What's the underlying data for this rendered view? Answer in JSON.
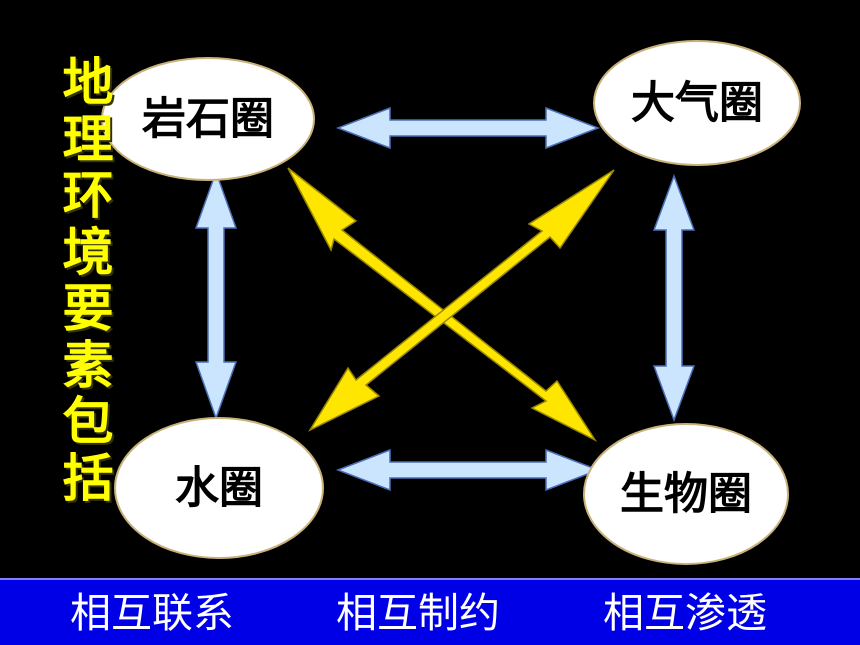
{
  "vertical_title": "地理环境要素包括",
  "nodes": {
    "lithosphere": "岩石圈",
    "atmosphere": "大气圈",
    "hydrosphere": "水圈",
    "biosphere": "生物圈"
  },
  "footer": {
    "items": [
      "相互联系",
      "相互制约",
      "相互渗透"
    ]
  },
  "colors": {
    "background": "#000000",
    "title_text": "#FFFF00",
    "node_fill": "#FFFFFF",
    "node_stroke": "#C9B27A",
    "straight_arrow_fill": "#CCE5FF",
    "straight_arrow_stroke": "#4A6FB5",
    "diagonal_arrow_fill": "#FFE600",
    "diagonal_arrow_stroke": "#9A8700",
    "footer_bg": "#0000E6",
    "footer_text": "#FFFFFF"
  }
}
